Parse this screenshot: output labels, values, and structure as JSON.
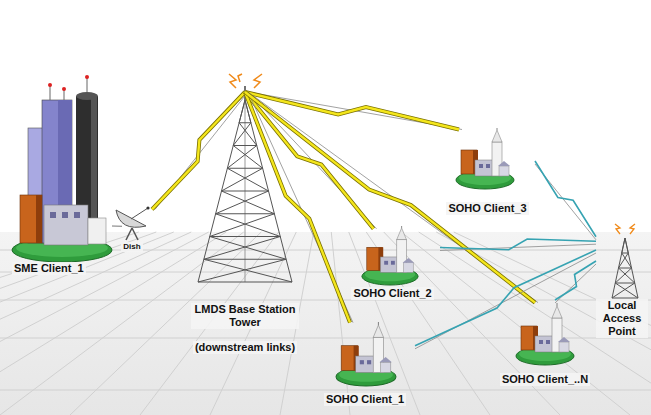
{
  "diagram": {
    "nodes": [
      {
        "text": [
          "SME Client_1"
        ]
      },
      {
        "text": [
          "Dish"
        ]
      },
      {
        "text": [
          "LMDS Base Station Tower",
          "(downstream links)"
        ]
      },
      {
        "text": [
          "SOHO Client_3"
        ]
      },
      {
        "text": [
          "SOHO Client_2"
        ]
      },
      {
        "text": [
          "SOHO Client_1"
        ]
      },
      {
        "text": [
          "SOHO Client_..N"
        ]
      },
      {
        "text": [
          "Local Access Point"
        ]
      }
    ],
    "edges": [
      {
        "from": 0,
        "to": 1,
        "arrow": "none"
      },
      {
        "from": 1,
        "to": 2,
        "arrow": "none"
      },
      {
        "from": 2,
        "to": 3,
        "arrow": "none"
      },
      {
        "from": 2,
        "to": 4,
        "arrow": "none"
      },
      {
        "from": 2,
        "to": 5,
        "arrow": "none"
      },
      {
        "from": 2,
        "to": 6,
        "arrow": "none"
      },
      {
        "from": 3,
        "to": 7,
        "arrow": "none"
      },
      {
        "from": 4,
        "to": 7,
        "arrow": "none"
      },
      {
        "from": 5,
        "to": 7,
        "arrow": "none"
      },
      {
        "from": 6,
        "to": 7,
        "arrow": "none"
      }
    ]
  }
}
